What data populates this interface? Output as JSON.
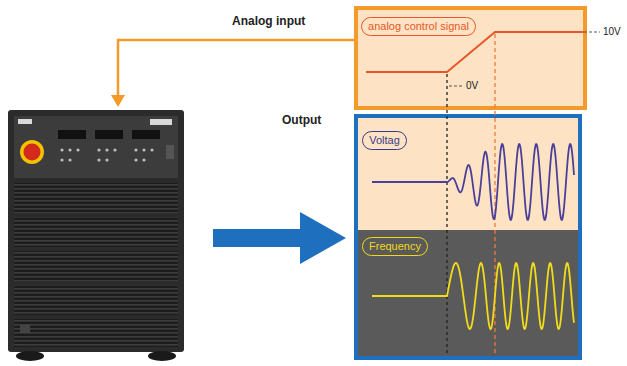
{
  "diagram": {
    "nodes": [
      {
        "text": [
          "analog control signal"
        ]
      },
      {
        "text": [
          "Voltag"
        ]
      },
      {
        "text": [
          "Frequency"
        ]
      }
    ],
    "labels": [
      "Analog input",
      "Output",
      "0V",
      "10V"
    ]
  }
}
